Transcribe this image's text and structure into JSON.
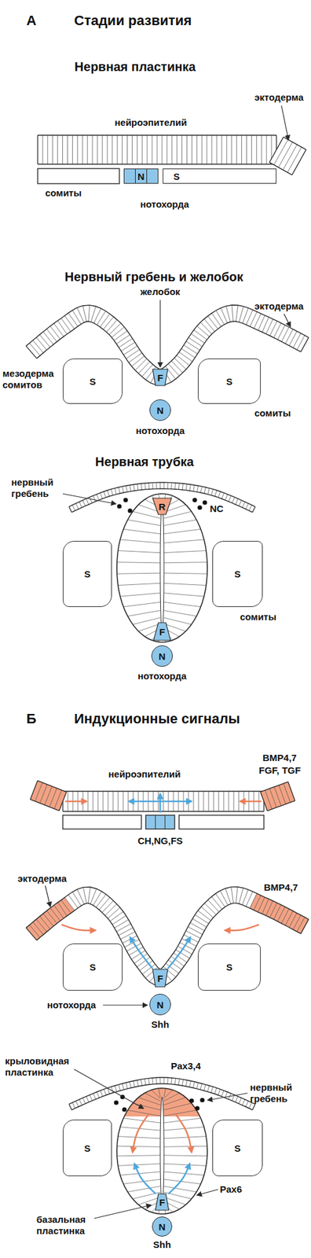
{
  "diagram": {
    "nodes": [
      {
        "text": [
          "N"
        ]
      },
      {
        "text": [
          "S"
        ]
      },
      {
        "text": [
          "S"
        ]
      },
      {
        "text": [
          "F"
        ]
      },
      {
        "text": [
          "S"
        ]
      },
      {
        "text": [
          "N"
        ]
      },
      {
        "text": [
          "R"
        ]
      },
      {
        "text": [
          "S"
        ]
      },
      {
        "text": [
          "S"
        ]
      },
      {
        "text": [
          "F"
        ]
      },
      {
        "text": [
          "N"
        ]
      },
      {
        "text": [
          "S"
        ]
      },
      {
        "text": [
          "F"
        ]
      },
      {
        "text": [
          "S"
        ]
      },
      {
        "text": [
          "N"
        ]
      },
      {
        "text": [
          "S"
        ]
      },
      {
        "text": [
          "S"
        ]
      },
      {
        "text": [
          "F"
        ]
      },
      {
        "text": [
          "N"
        ]
      }
    ],
    "labels": [
      "А",
      "Стадии развития",
      "Нервная пластинка",
      "эктодерма",
      "нейроэпителий",
      "сомиты",
      "нотохорда",
      "Нервный гребень и желобок",
      "желобок",
      "эктодерма",
      "мезодерма сомитов",
      "сомиты",
      "нотохорда",
      "Нервная трубка",
      "нервный гребень",
      "NC",
      "сомиты",
      "нотохорда",
      "Б",
      "Индукционные сигналы",
      "нейроэпителий",
      "BMP4,7",
      "FGF, TGF",
      "CH,NG,FS",
      "эктодерма",
      "BMP4,7",
      "нотохорда",
      "Shh",
      "крыловидная пластинка",
      "Pax3,4",
      "нервный гребень",
      "Pax6",
      "базальная пластинка",
      "Shh"
    ]
  }
}
